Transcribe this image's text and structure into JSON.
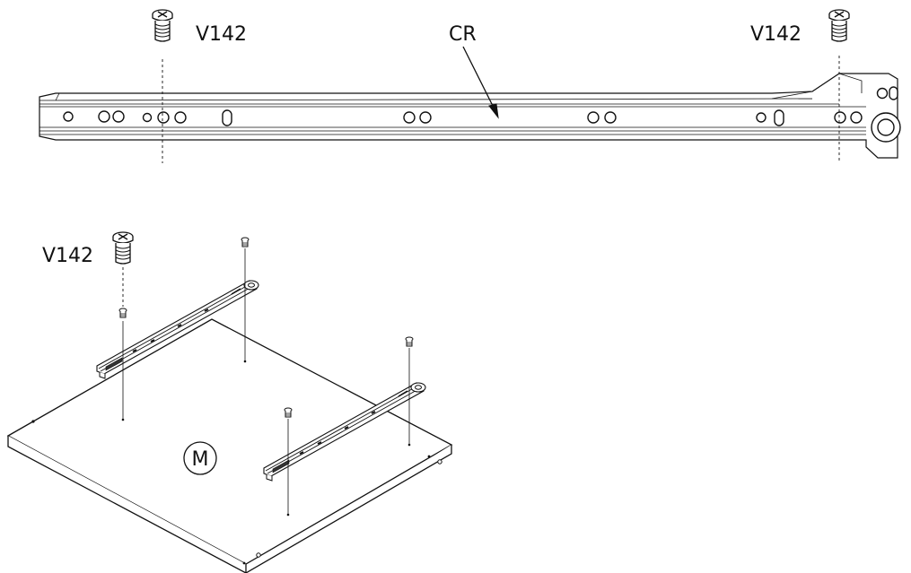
{
  "labels": {
    "screw_left": "V142",
    "screw_right": "V142",
    "screw_lower": "V142",
    "rail": "CR",
    "panel": "M"
  },
  "icons": {
    "screw": "euro-screw-icon",
    "rail": "drawer-runner-icon"
  }
}
